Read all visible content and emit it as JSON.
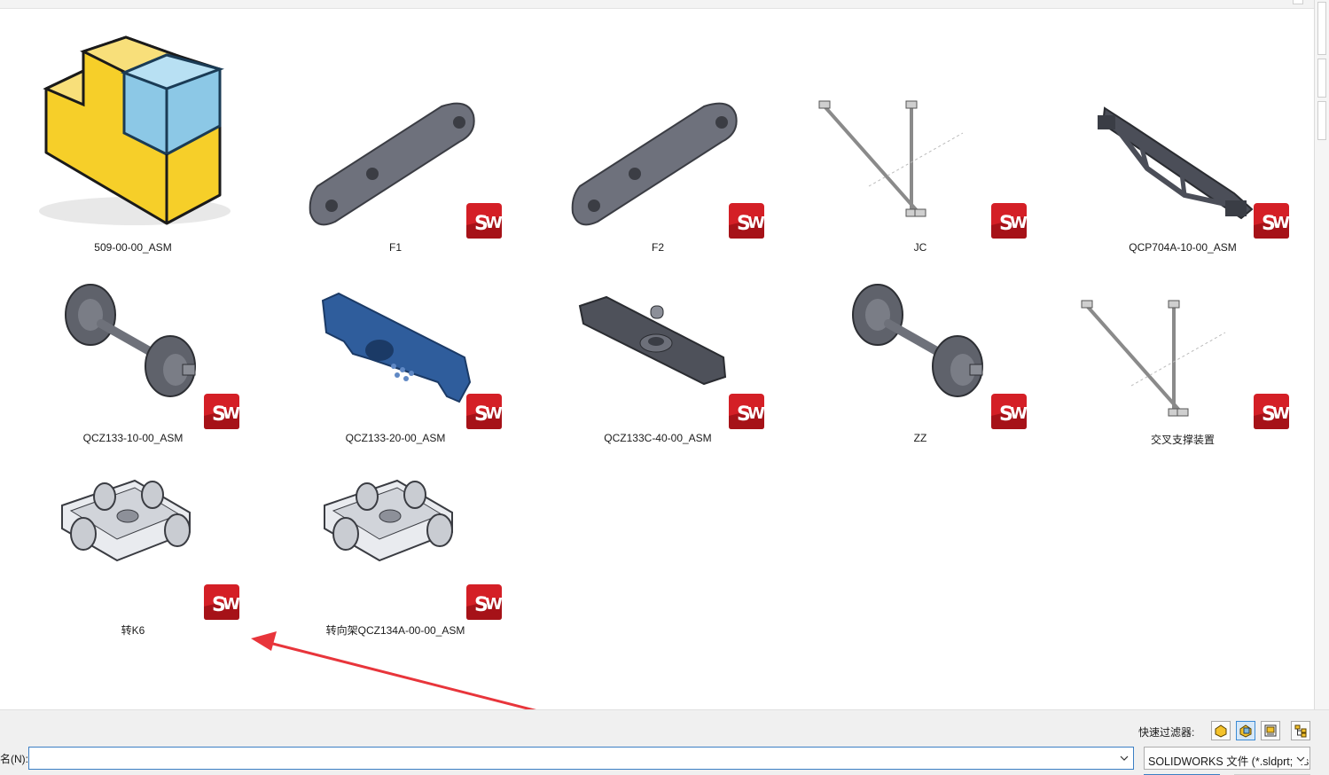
{
  "files": [
    {
      "name": "509-00-00_ASM",
      "thumb": "assembly-blocks-icon"
    },
    {
      "name": "F1",
      "thumb": "link-plate-part"
    },
    {
      "name": "F2",
      "thumb": "link-plate-part"
    },
    {
      "name": "JC",
      "thumb": "cross-brace-part"
    },
    {
      "name": "QCP704A-10-00_ASM",
      "thumb": "frame-part"
    },
    {
      "name": "QCZ133-10-00_ASM",
      "thumb": "wheelset-part"
    },
    {
      "name": "QCZ133-20-00_ASM",
      "thumb": "side-frame-part"
    },
    {
      "name": "QCZ133C-40-00_ASM",
      "thumb": "bolster-part"
    },
    {
      "name": "ZZ",
      "thumb": "wheelset-part"
    },
    {
      "name": "交叉支撑装置",
      "thumb": "cross-brace-part"
    },
    {
      "name": "转K6",
      "thumb": "bogie-part"
    },
    {
      "name": "转向架QCZ134A-00-00_ASM",
      "thumb": "bogie-part"
    }
  ],
  "badge": {
    "icon": "solidworks-icon",
    "color": "#d41f26"
  },
  "quick_filter": {
    "label": "快速过滤器:",
    "buttons": [
      {
        "icon": "filter-parts-icon",
        "active": false
      },
      {
        "icon": "filter-assemblies-icon",
        "active": true
      },
      {
        "icon": "filter-drawings-icon",
        "active": false
      },
      {
        "icon": "filter-top-assemblies-icon",
        "active": false
      }
    ]
  },
  "filename": {
    "label": "名(N):",
    "value": ""
  },
  "filetype": {
    "selected": "SOLIDWORKS 文件 (*.sldprt; *.sldasm; *.slddrw)"
  },
  "annotation": {
    "color": "#e8353b"
  }
}
